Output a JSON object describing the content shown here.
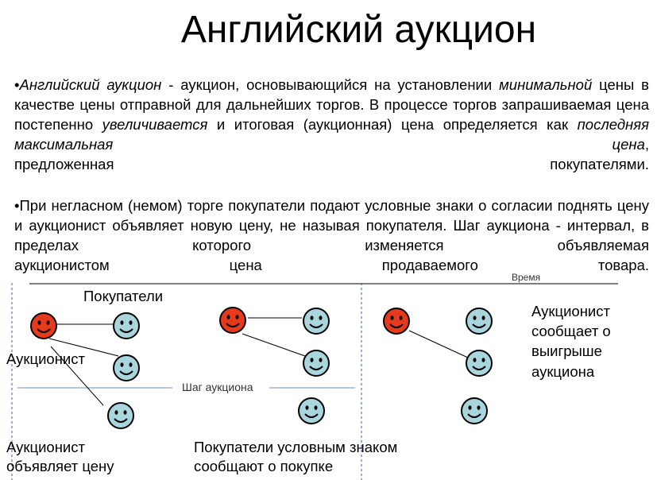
{
  "page": {
    "title": "Английский аукцион"
  },
  "paragraph1": {
    "bullet": "•",
    "term": "Английский аукцион",
    "t1": " - аукцион, основывающийся на установлении ",
    "em1": "минимальной",
    "t2": " цены в качестве цены отправной для дальнейших торгов. В процессе торгов запрашиваемая цена постепенно ",
    "em2": "увеличивается",
    "t3": " и итоговая (аукционная) цена определяется как ",
    "em3": "последняя максимальная цена",
    "t4": ",",
    "line5a": "предложенная",
    "line5b": "покупателями."
  },
  "paragraph2": {
    "bullet": "•",
    "text": "При негласном (немом) торге покупатели подают условные знаки о согласии поднять цену и аукционист объявляет новую цену, не называя покупателя. Шаг аукциона - интервал, в пределах которого изменяется объявляемая",
    "last": "аукционистом цена продаваемого товара."
  },
  "diagram": {
    "time_label": "Время",
    "buyers_label": "Покупатели",
    "auctioneer_label": "Аукционист",
    "step_label": "Шаг аукциона",
    "caption_left": [
      "Аукционист",
      "объявляет цену"
    ],
    "caption_middle": [
      "Покупатели условным знаком",
      "сообщают о покупке"
    ],
    "caption_right": [
      "Аукционист",
      "сообщает о",
      "выигрыше",
      "аукциона"
    ],
    "colors": {
      "auctioneer": "#e63a1f",
      "buyer": "#a9d6dd",
      "outline": "#000000",
      "dashed": "#3a5ea8",
      "step_line": "#6b8fc9"
    },
    "icons": [
      "auctioneer-smiley-icon",
      "buyer-smiley-icon"
    ]
  }
}
